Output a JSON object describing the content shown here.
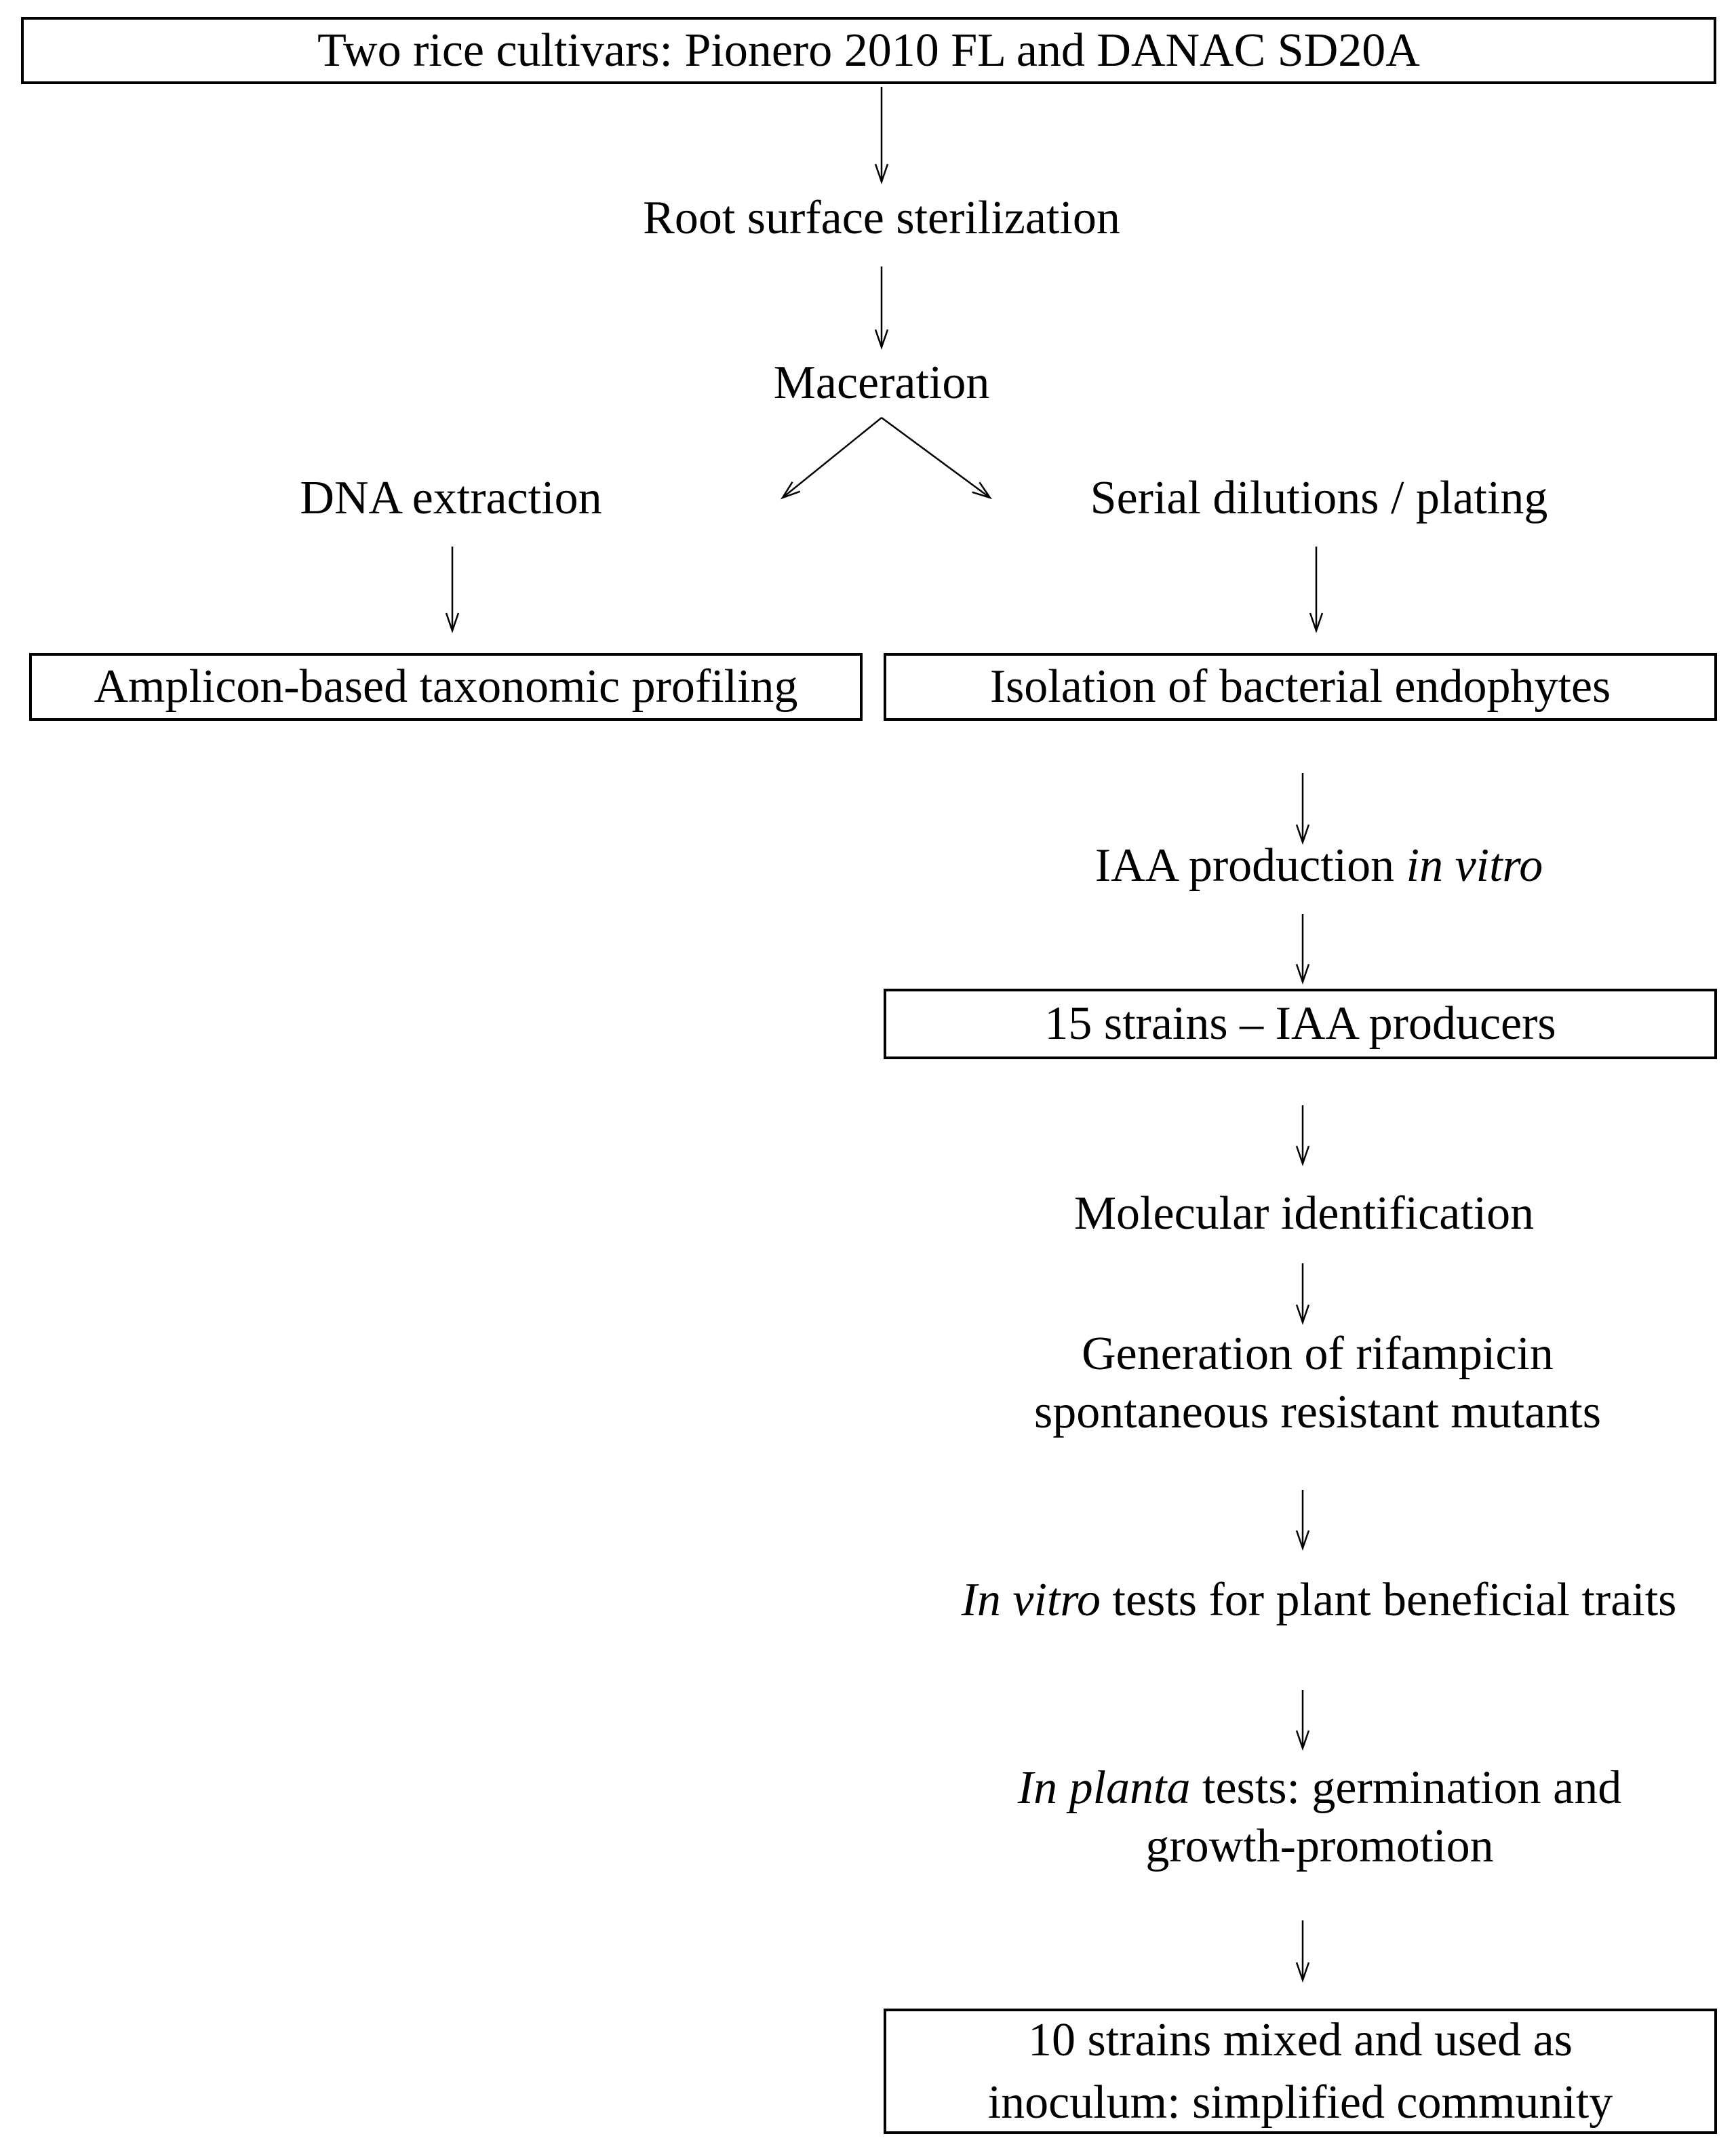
{
  "figure": {
    "type": "flowchart",
    "colors": {
      "ink": "#000000",
      "background": "#ffffff"
    },
    "nodes": {
      "cultivars": {
        "label": "Two rice cultivars: Pionero 2010 FL and DANAC SD20A"
      },
      "root_sterilization": {
        "label": "Root surface sterilization"
      },
      "maceration": {
        "label": "Maceration"
      },
      "dna_extraction": {
        "label": "DNA extraction"
      },
      "serial_dilutions": {
        "label": "Serial dilutions / plating"
      },
      "amplicon_profiling": {
        "label": "Amplicon-based taxonomic profiling"
      },
      "isolation_endophytes": {
        "label": "Isolation of bacterial endophytes"
      },
      "iaa_production": {
        "text": "IAA production ",
        "italic": "in vitro"
      },
      "strains_15": {
        "label": "15 strains – IAA producers"
      },
      "molecular_identification": {
        "label": "Molecular identification"
      },
      "rifampicin_mutants": {
        "line1": "Generation of rifampicin",
        "line2": "spontaneous resistant mutants"
      },
      "invitro_tests": {
        "italic": "In vitro",
        "text": " tests for plant beneficial traits"
      },
      "inplanta_tests": {
        "italic": "In planta",
        "text": " tests: germination and",
        "line2": "growth-promotion"
      },
      "strains_10": {
        "line1": "10 strains mixed and used as",
        "line2": "inoculum: simplified community"
      }
    }
  }
}
